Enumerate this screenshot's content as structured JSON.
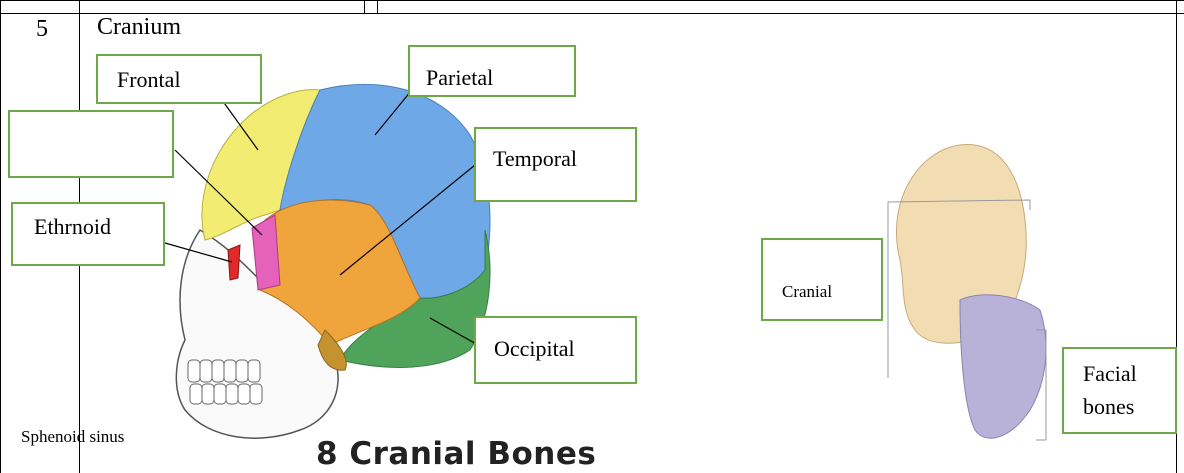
{
  "row": {
    "number": "5",
    "heading": "Cranium"
  },
  "diagram_left": {
    "labels": {
      "frontal": "Frontal",
      "parietal": "Parietal",
      "temporal": "Temporal",
      "ethmoid": "Ethrnoid",
      "occipital": "Occipital",
      "blank": ""
    },
    "sphenoid_sinus": "Sphenoid sinus",
    "caption": "8 Cranial Bones"
  },
  "diagram_right": {
    "labels": {
      "cranial": "Cranial",
      "facial": "Facial bones"
    }
  },
  "colors": {
    "label_border": "#6fa849",
    "frontal": "#f2ec73",
    "parietal": "#6fa8e6",
    "temporal": "#f0a43c",
    "occipital": "#4fa35a",
    "sphenoid": "#e462b9",
    "ethmoid": "#e02a2a"
  }
}
